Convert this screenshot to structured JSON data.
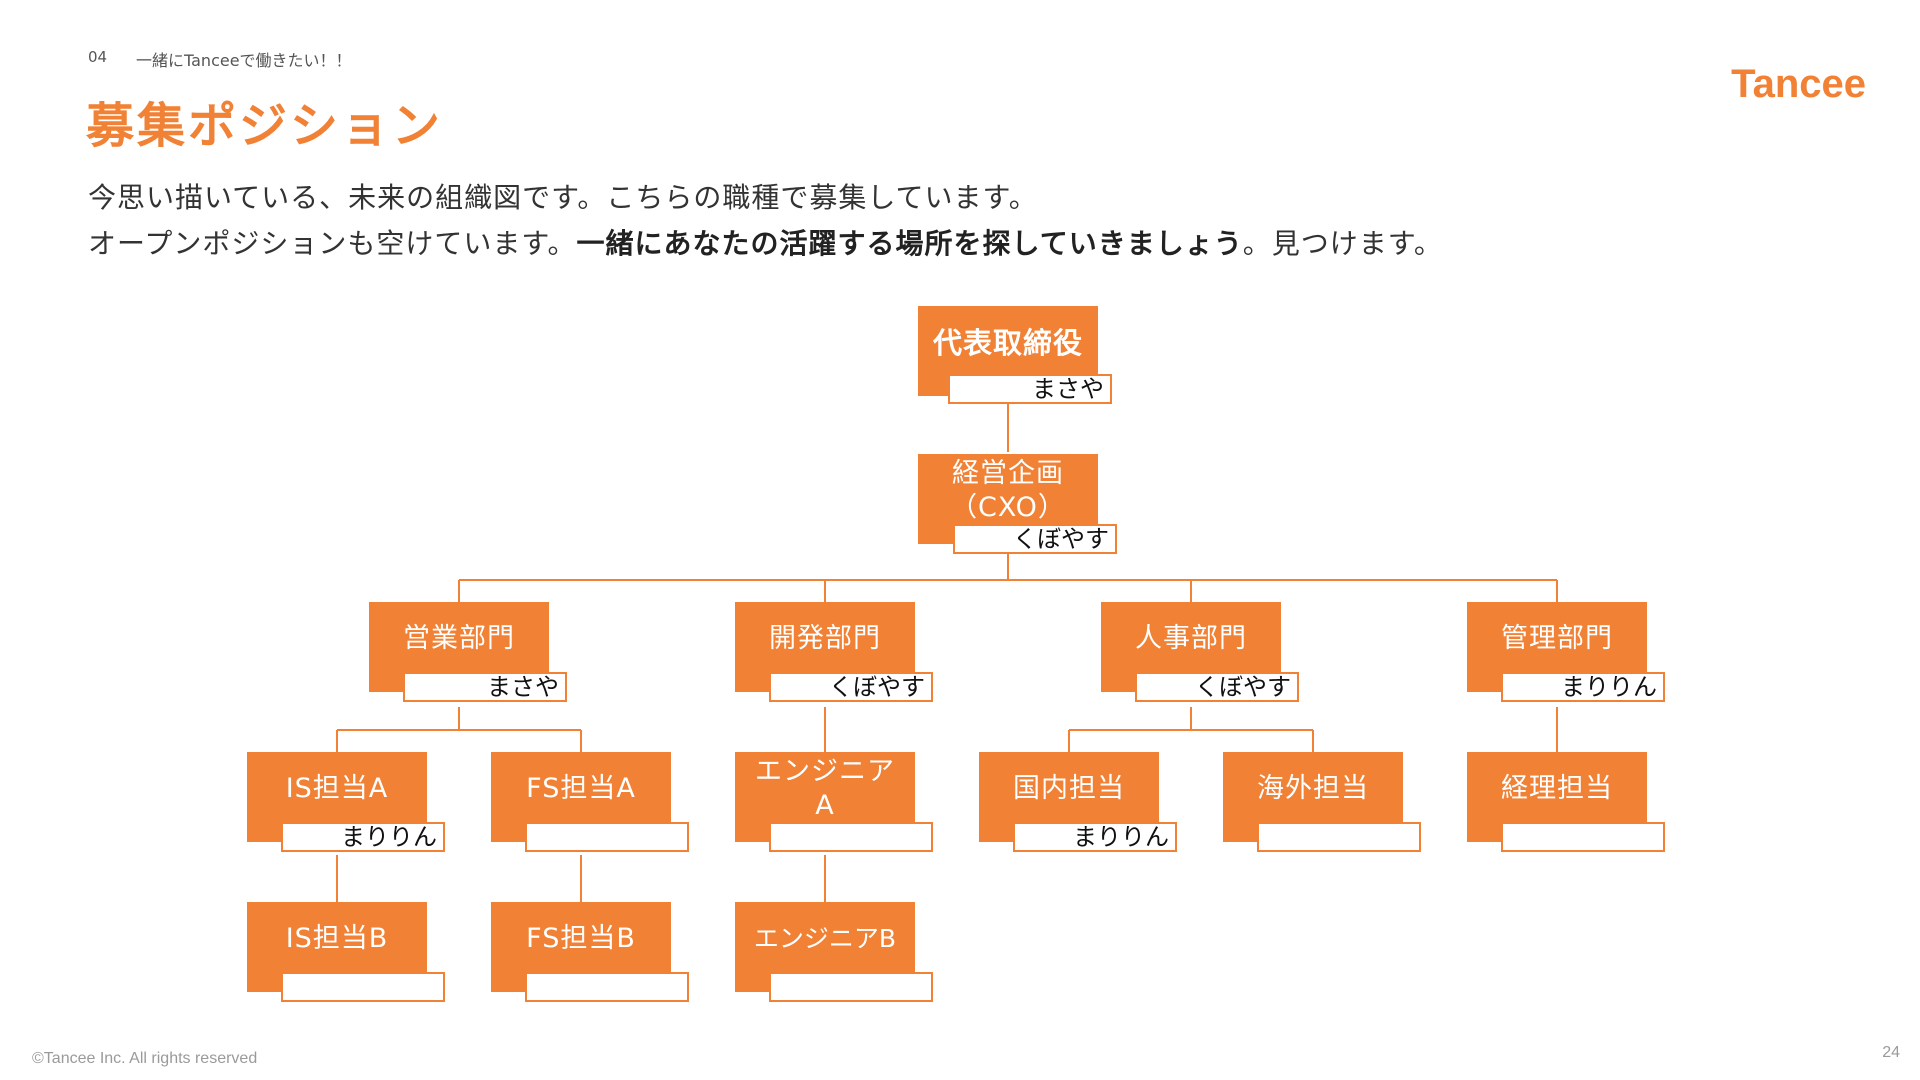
{
  "header": {
    "section_number": "04",
    "section_title": "一緒にTanceeで働きたい！！",
    "page_title": "募集ポジション",
    "logo": "Tancee"
  },
  "description": {
    "line1": "今思い描いている、未来の組織図です。こちらの職種で募集しています。",
    "line2_normal": "オープンポジションも空けています。",
    "line2_bold": "一緒にあなたの活躍する場所を探していきましょう",
    "line2_end": "。見つけます。"
  },
  "org_chart": {
    "ceo": {
      "title": "代表取締役",
      "person": "まさや"
    },
    "planning": {
      "title_line1": "経営企画",
      "title_line2": "（CXO）",
      "person": "くぼやす"
    },
    "departments": [
      {
        "title": "営業部門",
        "person": "まさや"
      },
      {
        "title": "開発部門",
        "person": "くぼやす"
      },
      {
        "title": "人事部門",
        "person": "くぼやす"
      },
      {
        "title": "管理部門",
        "person": "まりりん"
      }
    ],
    "roles": [
      {
        "title": "IS担当A",
        "person": "まりりん"
      },
      {
        "title": "FS担当A",
        "person": ""
      },
      {
        "title_line1": "エンジニア",
        "title_line2": "A",
        "person": ""
      },
      {
        "title": "国内担当",
        "person": "まりりん"
      },
      {
        "title": "海外担当",
        "person": ""
      },
      {
        "title": "経理担当",
        "person": ""
      },
      {
        "title": "IS担当B",
        "person": ""
      },
      {
        "title": "FS担当B",
        "person": ""
      },
      {
        "title": "エンジニアB",
        "person": ""
      }
    ]
  },
  "footer": {
    "copyright": "©Tancee Inc. All rights reserved",
    "page_number": "24"
  },
  "colors": {
    "accent": "#f08135",
    "text": "#333333",
    "muted": "#9a9a9a"
  }
}
